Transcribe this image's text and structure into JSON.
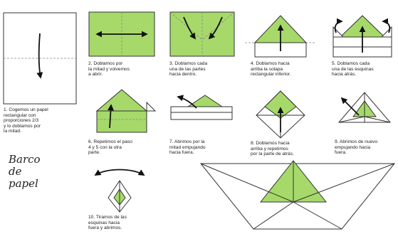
{
  "title": "Barco\nde\npapel",
  "steps": [
    {
      "caption": "1. Cogemos un papel\nrectangular con\nproporciones 2/3\ny lo doblamos por\nla mitad."
    },
    {
      "caption": "2. Doblamos por\nla mitad y volvemos\na abrir."
    },
    {
      "caption": "3. Doblamos cada\nuna de las partes\nhacia dentro."
    },
    {
      "caption": "4. Doblamos hacia\narriba la solapa\nrectangular inferior."
    },
    {
      "caption": "5. Doblamos cada\nuna de las esquinas\nhacia atrás."
    },
    {
      "caption": "6. Repetimos el paso\n4 y 5 con la otra\nparte."
    },
    {
      "caption": "7. Abrimos por la\nmitad empujando\nhacia fuera."
    },
    {
      "caption": "8. Doblamos hacia\narriba y repetimos\npor la parte de atrás."
    },
    {
      "caption": "9. Abrimos de nuevo\nempujando hacia\nfuera."
    },
    {
      "caption": "10. Tiramos de las\nesquinas hacia\nfuera y abrimos."
    }
  ],
  "colors": {
    "paper_green": "#a6d96a",
    "line": "#333333"
  }
}
